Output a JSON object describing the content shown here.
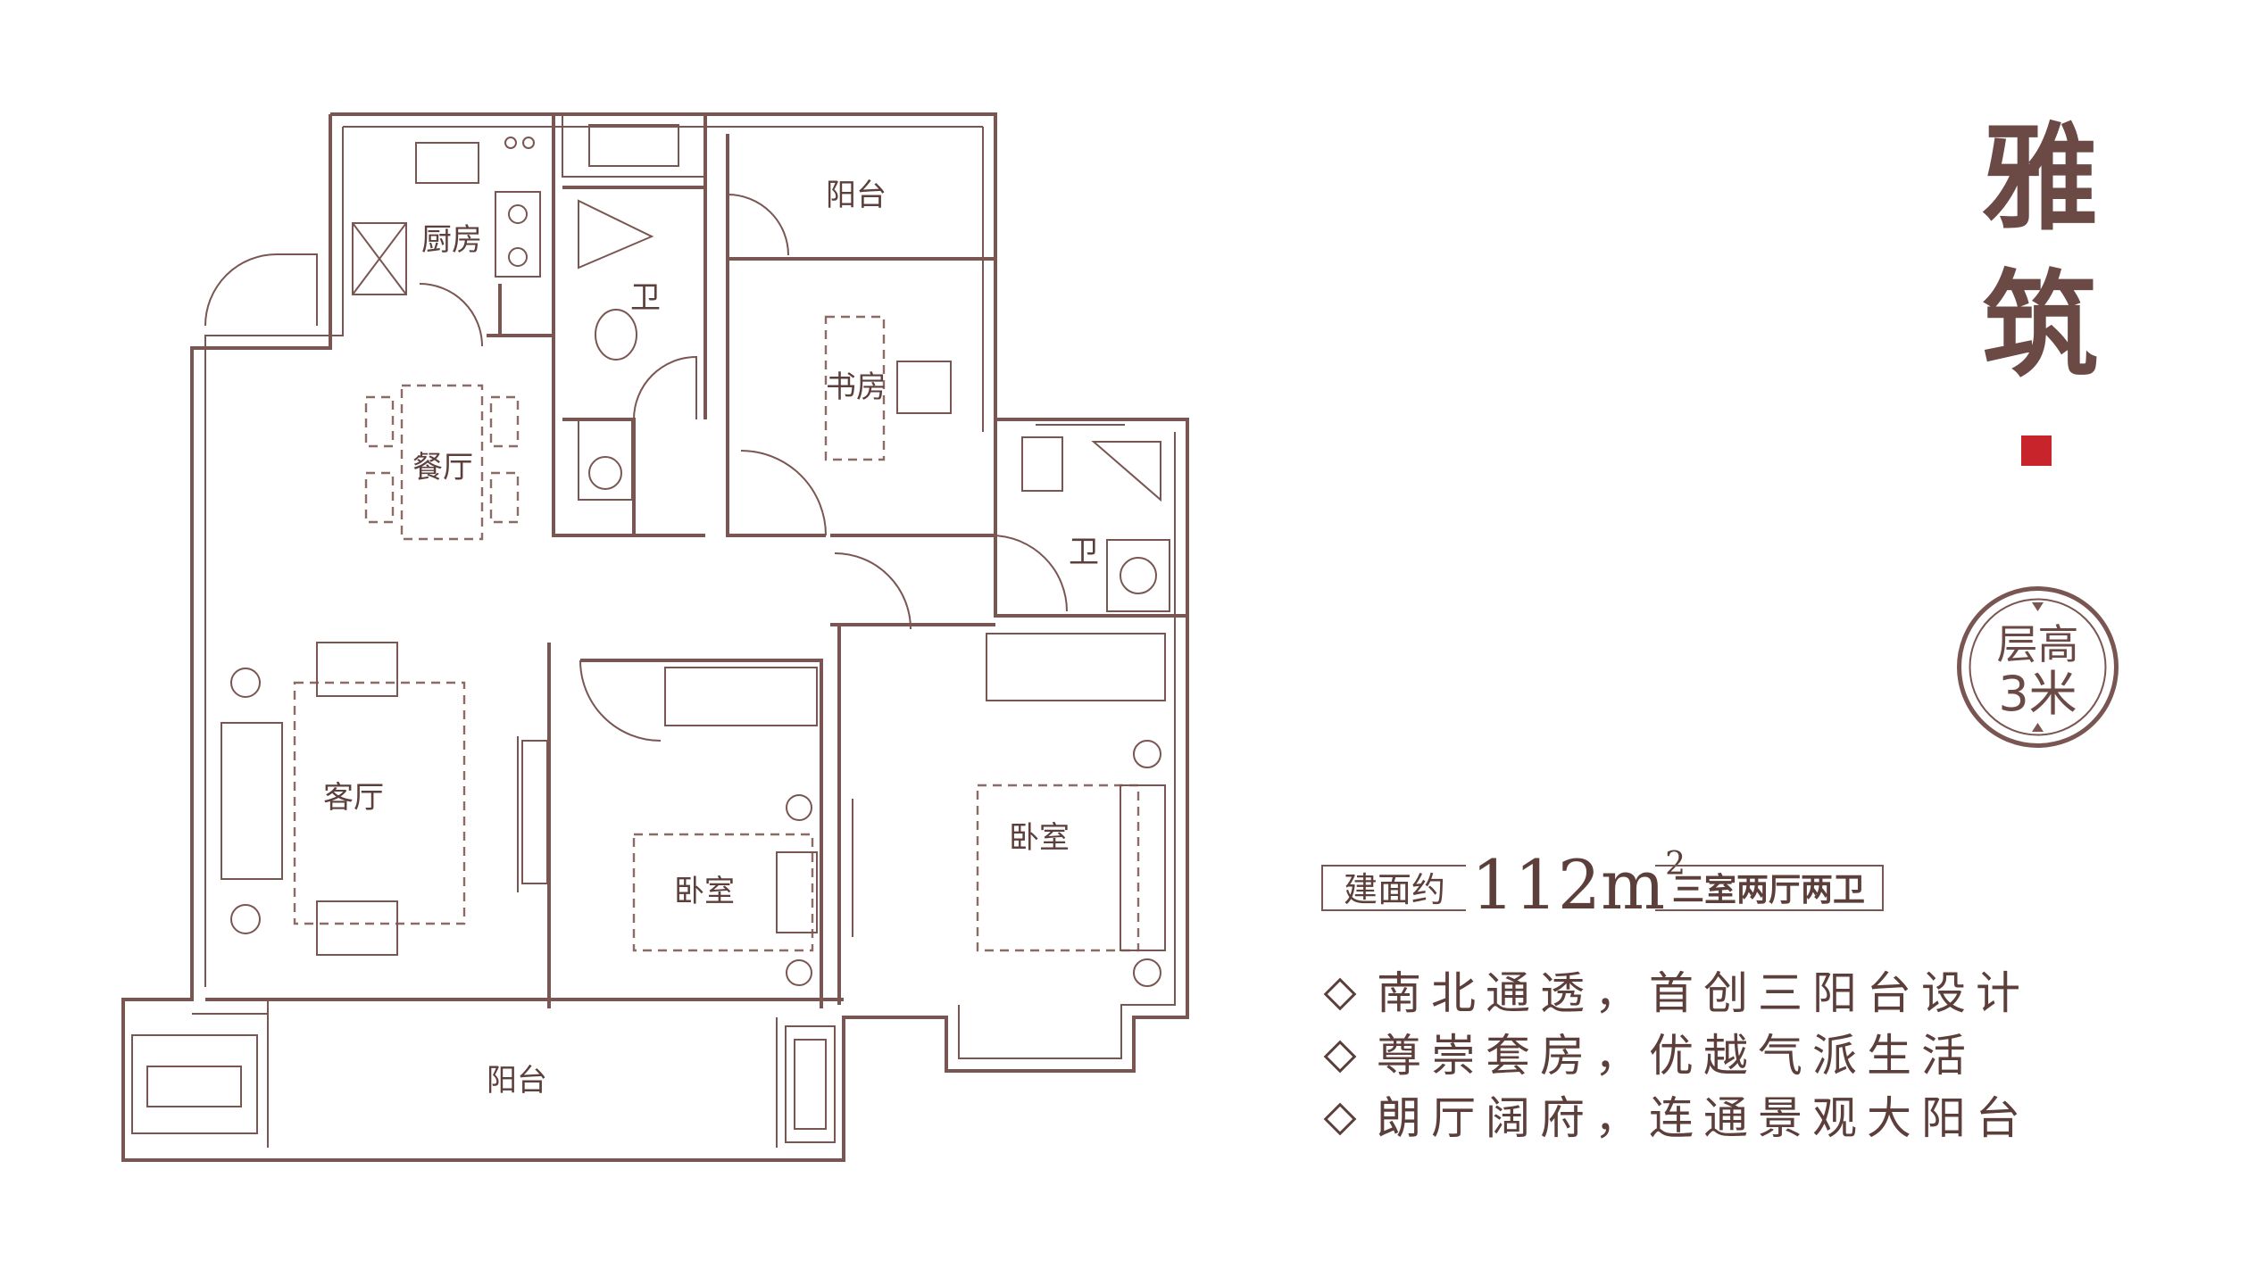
{
  "title": {
    "line1": "雅",
    "line2": "筑"
  },
  "ceiling_badge": {
    "line1": "层高",
    "line2": "3米"
  },
  "area": {
    "prefix": "建面约",
    "value": "112m",
    "unit_superscript": "2",
    "layout": "三室两厅两卫"
  },
  "features": [
    "南北通透，首创三阳台设计",
    "尊崇套房，优越气派生活",
    "朗厅阔府，连通景观大阳台"
  ],
  "rooms": {
    "kitchen": "厨房",
    "bath_north": "卫",
    "balcony_north": "阳台",
    "study": "书房",
    "dining": "餐厅",
    "bath_master": "卫",
    "living": "客厅",
    "bedroom_second": "卧室",
    "bedroom_master": "卧室",
    "balcony_south": "阳台"
  },
  "colors": {
    "line": "#7a5652",
    "text": "#5c3f3b",
    "seal": "#c8242b"
  }
}
